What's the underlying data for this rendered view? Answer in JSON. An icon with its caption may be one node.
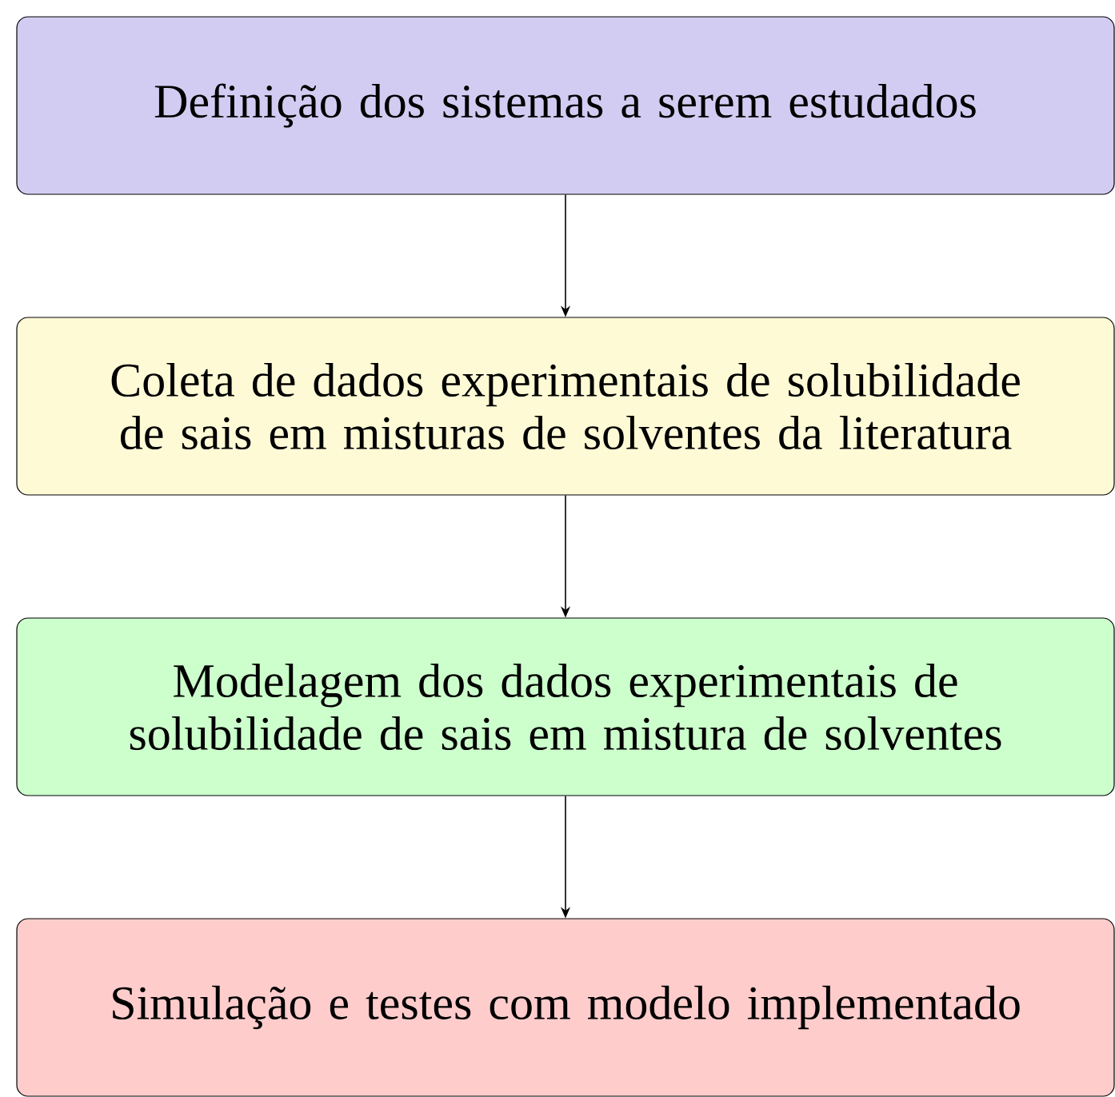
{
  "diagram": {
    "nodes": [
      {
        "text": [
          "Definição dos sistemas a serem estudados"
        ]
      },
      {
        "text": [
          "Coleta de dados experimentais de solubilidade de sais em misturas de solventes da literatura"
        ]
      },
      {
        "text": [
          "Modelagem dos dados experimentais de solubilidade de sais em mistura de solventes"
        ]
      },
      {
        "text": [
          "Simulação e testes com modelo implementado"
        ]
      }
    ],
    "edges": [
      {
        "from": 0,
        "to": 1,
        "arrow": "to"
      },
      {
        "from": 1,
        "to": 2,
        "arrow": "to"
      },
      {
        "from": 2,
        "to": 3,
        "arrow": "to"
      }
    ]
  }
}
